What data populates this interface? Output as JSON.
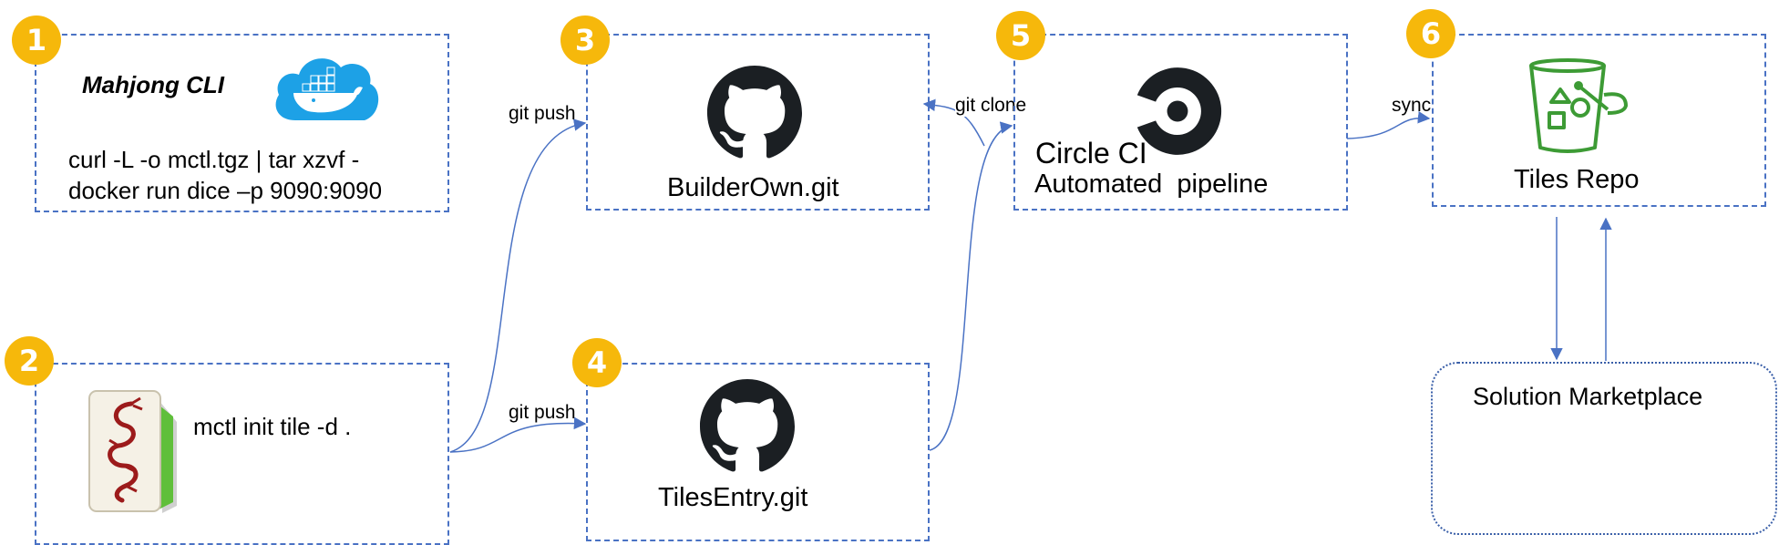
{
  "colors": {
    "badge": "#f6b80b",
    "border": "#4a72c4",
    "arrow": "#4a72c4",
    "bucket": "#3d9b35",
    "docker": "#1da1e6"
  },
  "steps": [
    {
      "number": "1",
      "title": "Mahjong CLI",
      "lines": [
        "curl -L -o mctl.tgz | tar xzvf -",
        "docker run dice –p 9090:9090"
      ],
      "icon": "docker-cloud-icon"
    },
    {
      "number": "2",
      "command": "mctl init tile -d .",
      "icon": "mahjong-dragon-tile-icon"
    },
    {
      "number": "3",
      "title": "BuilderOwn.git",
      "icon": "github-icon"
    },
    {
      "number": "4",
      "title": "TilesEntry.git",
      "icon": "github-icon"
    },
    {
      "number": "5",
      "title": "Circle CI",
      "subtitle": "Automated  pipeline",
      "icon": "circleci-icon"
    },
    {
      "number": "6",
      "title": "Tiles Repo",
      "icon": "bucket-icon"
    }
  ],
  "marketplace": {
    "title": "Solution Marketplace"
  },
  "edges": {
    "push_builder": "git push",
    "push_entry": "git push",
    "clone": "git clone",
    "sync": "sync"
  }
}
